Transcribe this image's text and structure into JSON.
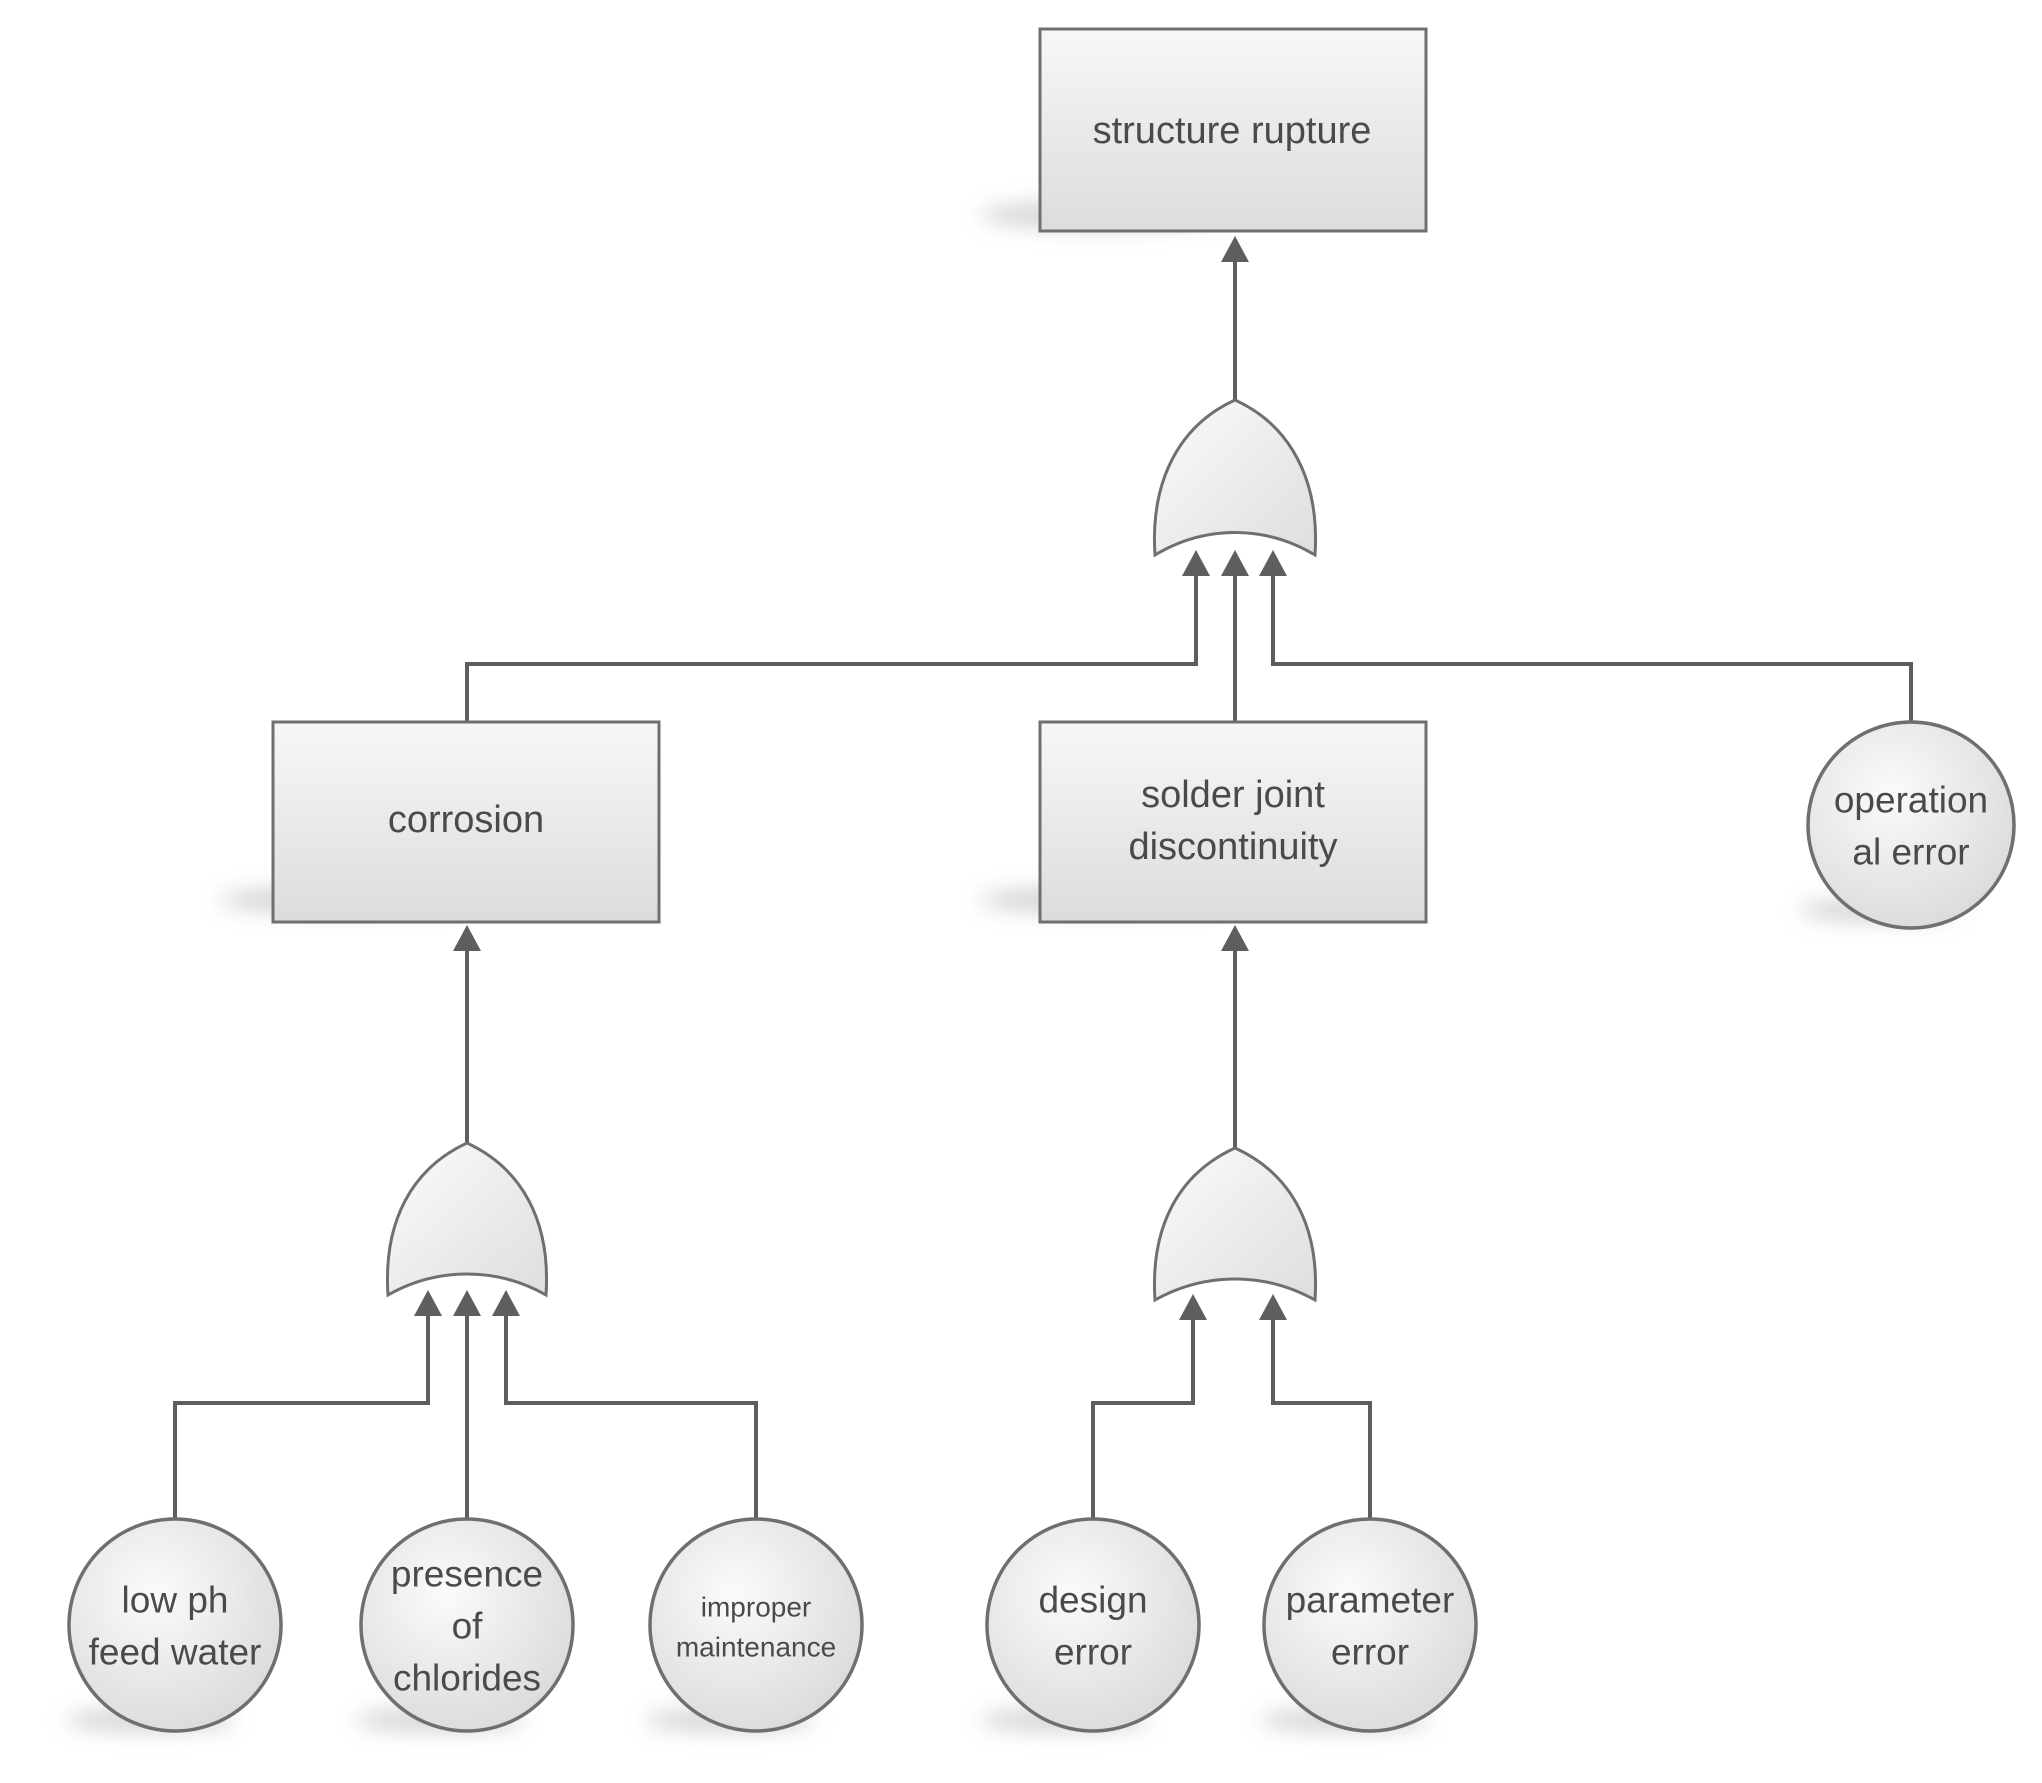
{
  "colors": {
    "node_fill_light": "#fafafa",
    "node_fill_dark": "#dcdcdc",
    "outline": "#6f6f6f",
    "connector": "#5e5e5e",
    "text": "#4a4a4a"
  },
  "nodes": {
    "top_event": {
      "label": "structure rupture"
    },
    "corrosion": {
      "label": "corrosion"
    },
    "solder": {
      "line1": "solder joint",
      "line2": "discontinuity"
    },
    "operational": {
      "line1": "operation",
      "line2": "al error"
    },
    "low_ph": {
      "line1": "low ph",
      "line2": "feed water"
    },
    "chlorides": {
      "line1": "presence",
      "line2": "of",
      "line3": "chlorides"
    },
    "maintenance": {
      "line1": "improper",
      "line2": "maintenance"
    },
    "design": {
      "line1": "design",
      "line2": "error"
    },
    "parameter": {
      "line1": "parameter",
      "line2": "error"
    }
  },
  "gates": [
    "or-gate",
    "or-gate",
    "or-gate"
  ]
}
